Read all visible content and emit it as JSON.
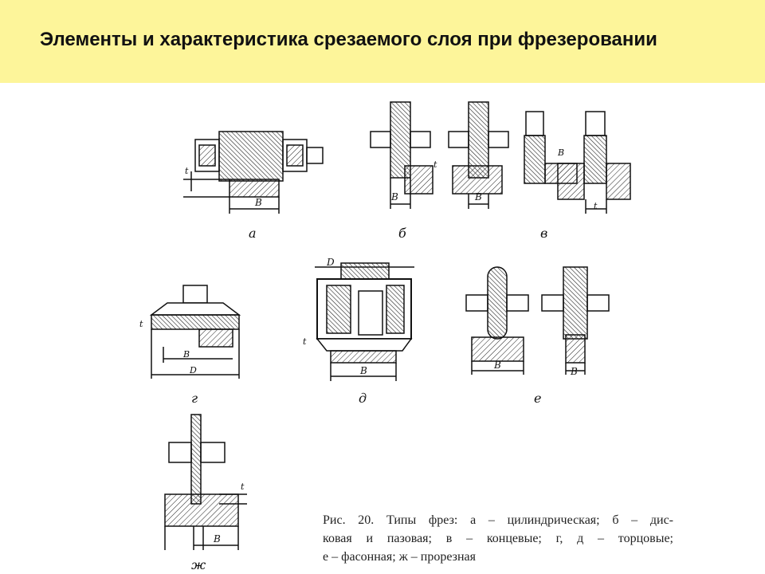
{
  "slide": {
    "title": "Элементы и характеристика срезаемого слоя при фрезеровании",
    "title_bar_color": "#fdf59a"
  },
  "figure": {
    "labels": {
      "a": "а",
      "b": "б",
      "v": "в",
      "g": "г",
      "d": "д",
      "e": "е",
      "zh": "ж"
    },
    "dimension_letters": {
      "width": "B",
      "depth": "t",
      "diameter": "D"
    }
  },
  "caption": {
    "line1": "Рис. 20. Типы фрез: а – цилиндрическая; б – дис-",
    "line2": "ковая и пазовая; в – концевые; г, д – торцовые;",
    "line3": "е – фасонная; ж – прорезная"
  }
}
